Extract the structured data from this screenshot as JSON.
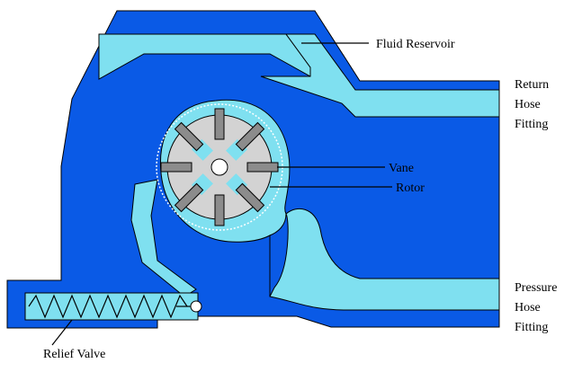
{
  "labels": {
    "fluid_reservoir": "Fluid Reservoir",
    "return_hose_fitting": [
      "Return",
      "Hose",
      "Fitting"
    ],
    "vane": "Vane",
    "rotor": "Rotor",
    "pressure_hose_fitting": [
      "Pressure",
      "Hose",
      "Fitting"
    ],
    "relief_valve": "Relief Valve"
  },
  "colors": {
    "housing": "#0a5ae6",
    "fluid": "#7fe0f0",
    "rotor": "#d3d3d3",
    "vane": "#8c8c8c",
    "outline": "#000000"
  }
}
